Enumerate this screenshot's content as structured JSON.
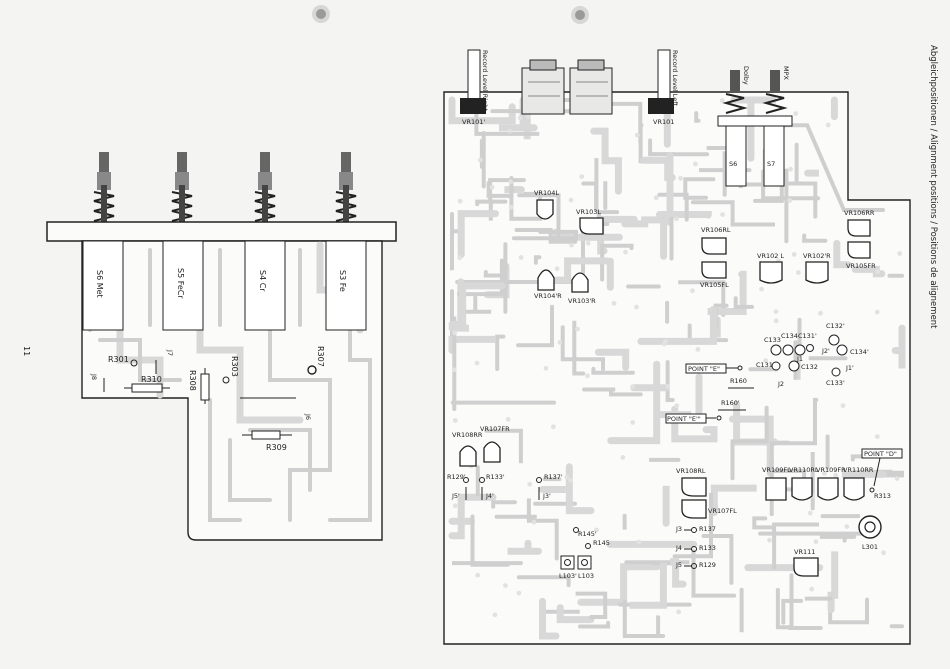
{
  "page": {
    "page_number": "11",
    "side_title": "Abgleichpositionen / Alignment positions / Positions de alignement"
  },
  "left_board": {
    "switches": [
      {
        "id": "s6",
        "label": "S6  Met"
      },
      {
        "id": "s5",
        "label": "S5  FeCr"
      },
      {
        "id": "s4",
        "label": "S4  Cr"
      },
      {
        "id": "s3",
        "label": "S3  Fe"
      }
    ],
    "components": {
      "r301": "R301",
      "j7": "J7",
      "r310": "R310",
      "j8": "J8",
      "r308": "R308",
      "r303": "R303",
      "r307": "R307",
      "j6": "J6",
      "r309": "R309"
    }
  },
  "right_board": {
    "top": {
      "record_level_right": "Record Level Right",
      "record_level_left": "Record Level Left",
      "dolby": "Dolby",
      "mpx": "MPX",
      "vr101_prime": "VR101'",
      "vr101": "VR101",
      "s6": "S6",
      "s7": "S7"
    },
    "components": {
      "vr104l": "VR104L",
      "vr103l": "VR103L",
      "vr104r": "VR104'R",
      "vr103r": "VR103'R",
      "vr106rl": "VR106RL",
      "vr105fl": "VR105FL",
      "vr102l": "VR102 L",
      "vr102r": "VR102'R",
      "vr106rr": "VR106RR",
      "vr105fr": "VR105FR",
      "c132p": "C132'",
      "c133": "C133",
      "c134": "C134",
      "c131p": "C131'",
      "j1": "J1",
      "j2p": "J2'",
      "c134p": "C134'",
      "c131": "C131",
      "c132": "C132",
      "j2": "J2",
      "j1p": "J1'",
      "c133p": "C133'",
      "point_e": "POINT \"E\"",
      "r160": "R160",
      "r160p": "R160'",
      "point_e_prime": "POINT \"E'\"",
      "vr107fr": "VR107FR",
      "vr108rr": "VR108RR",
      "r129p": "R129'",
      "r133p": "R133'",
      "r137p": "R137'",
      "j5p": "J5'",
      "j4p": "J4'",
      "j3p": "J3'",
      "vr108rl": "VR108RL",
      "vr107fl": "VR107FL",
      "r145p": "R145'",
      "r145": "R145",
      "j3": "J3",
      "r137": "R137",
      "j4": "J4",
      "r133": "R133",
      "j5": "J5",
      "r129": "R129",
      "l103p": "L103'",
      "l103": "L103",
      "vr109fl": "VR109FL",
      "vr110rl": "VR110RL",
      "vr109fr": "VR109FR",
      "vr110rr": "VR110RR",
      "point_d": "POINT \"D\"",
      "r313": "R313",
      "l301": "L301",
      "vr111": "VR111"
    }
  },
  "colors": {
    "ink": "#222222",
    "trace": "#cfcfcf",
    "paper": "#f4f4f2"
  }
}
